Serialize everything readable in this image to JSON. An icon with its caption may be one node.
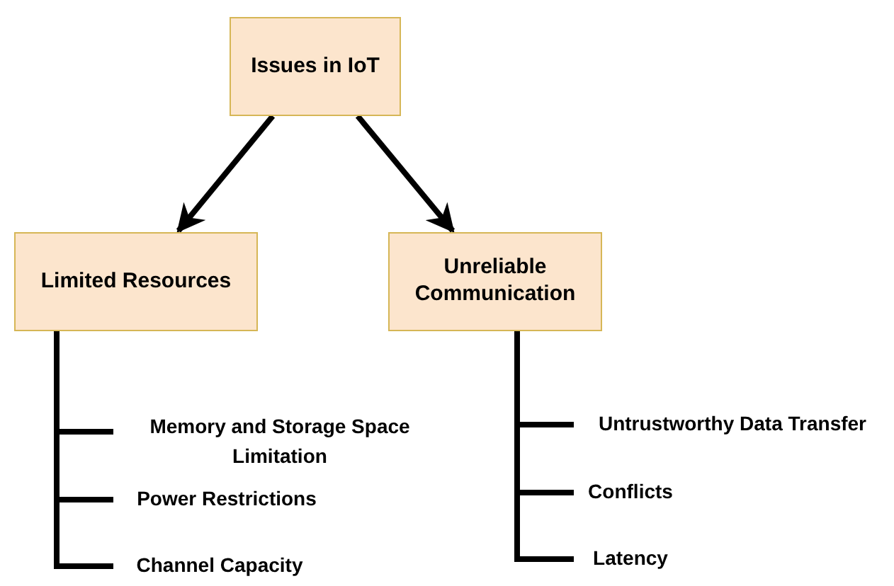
{
  "diagram": {
    "nodes": [
      {
        "text": [
          "Issues in IoT"
        ]
      },
      {
        "text": [
          "Limited Resources"
        ]
      },
      {
        "text": [
          "Unreliable Communication"
        ]
      },
      {
        "text": [
          "Memory and Storage Space Limitation"
        ]
      },
      {
        "text": [
          "Power Restrictions"
        ]
      },
      {
        "text": [
          "Channel Capacity"
        ]
      },
      {
        "text": [
          "Untrustworthy Data Transfer"
        ]
      },
      {
        "text": [
          "Conflicts"
        ]
      },
      {
        "text": [
          "Latency"
        ]
      }
    ],
    "edges": [
      {
        "from": 0,
        "to": 1,
        "arrow": "to"
      },
      {
        "from": 0,
        "to": 2,
        "arrow": "to"
      },
      {
        "from": 1,
        "to": 3,
        "arrow": "none"
      },
      {
        "from": 1,
        "to": 4,
        "arrow": "none"
      },
      {
        "from": 1,
        "to": 5,
        "arrow": "none"
      },
      {
        "from": 2,
        "to": 6,
        "arrow": "none"
      },
      {
        "from": 2,
        "to": 7,
        "arrow": "none"
      },
      {
        "from": 2,
        "to": 8,
        "arrow": "none"
      }
    ]
  }
}
